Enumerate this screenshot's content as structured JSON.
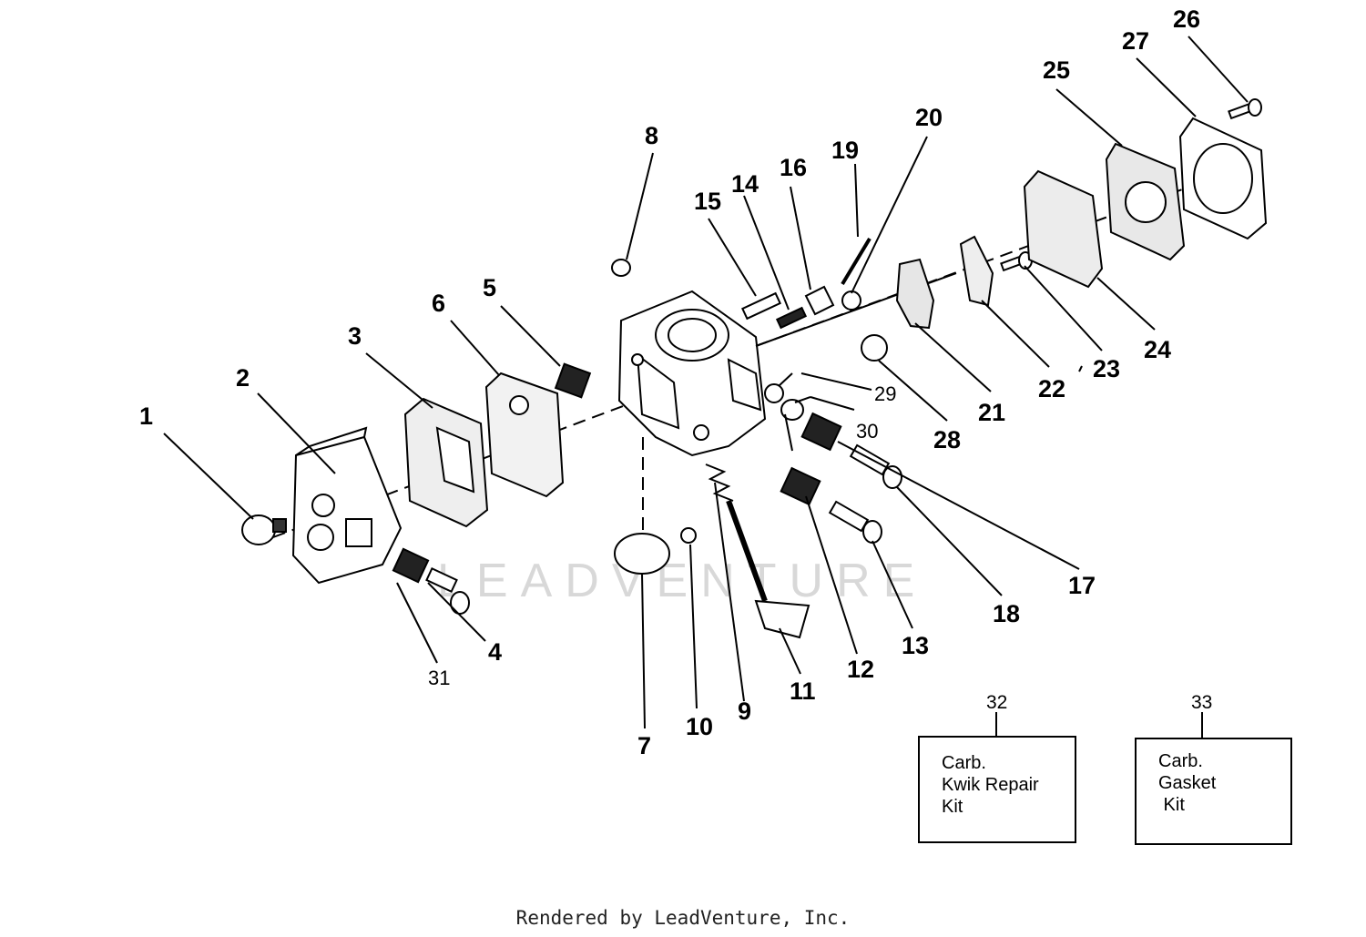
{
  "watermark": "LEADVENTURE",
  "footer": "Rendered by LeadVenture, Inc.",
  "callouts": [
    "1",
    "2",
    "3",
    "4",
    "5",
    "6",
    "7",
    "8",
    "9",
    "10",
    "11",
    "12",
    "13",
    "14",
    "15",
    "16",
    "17",
    "18",
    "19",
    "20",
    "21",
    "22",
    "23",
    "24",
    "25",
    "26",
    "27",
    "28",
    "29",
    "30",
    "31"
  ],
  "kits": [
    {
      "number": "32",
      "lines": [
        "Carb.",
        "Kwik Repair",
        "Kit"
      ]
    },
    {
      "number": "33",
      "lines": [
        "Carb.",
        "Gasket",
        " Kit"
      ]
    }
  ]
}
